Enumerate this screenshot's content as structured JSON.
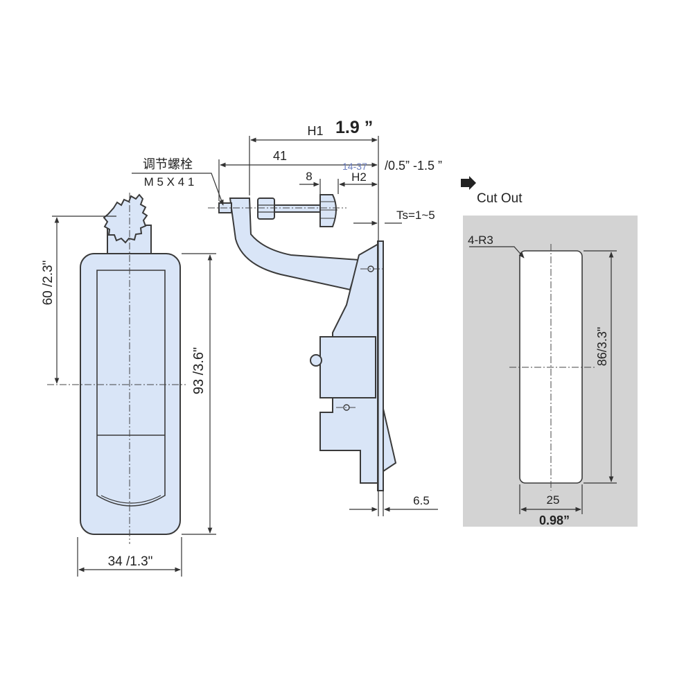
{
  "labels": {
    "adjust_bolt": "调节螺栓",
    "bolt_spec": "M 5 X 4 1",
    "h1": "H1",
    "h1_inch": "1.9 ”",
    "dim_41": "41",
    "range_mm": "14-37",
    "range_inch": "/0.5” -1.5 ”",
    "dim_8": "8",
    "h2": "H2",
    "ts": "Ts=1~5",
    "cut_out": "Cut Out",
    "radius": "4-R3",
    "height_60": "60 /2.3\"",
    "height_93": "93 /3.6\"",
    "width_34": "34 /1.3\"",
    "dim_6_5": "6.5",
    "cut_height": "86/3.3\"",
    "cut_width_mm": "25",
    "cut_width_inch": "0.98”"
  },
  "colors": {
    "part_fill": "#d9e5f7",
    "outline": "#3a3a3a",
    "cutout_panel": "#d3d3d3",
    "cutout_hole": "#ffffff"
  }
}
